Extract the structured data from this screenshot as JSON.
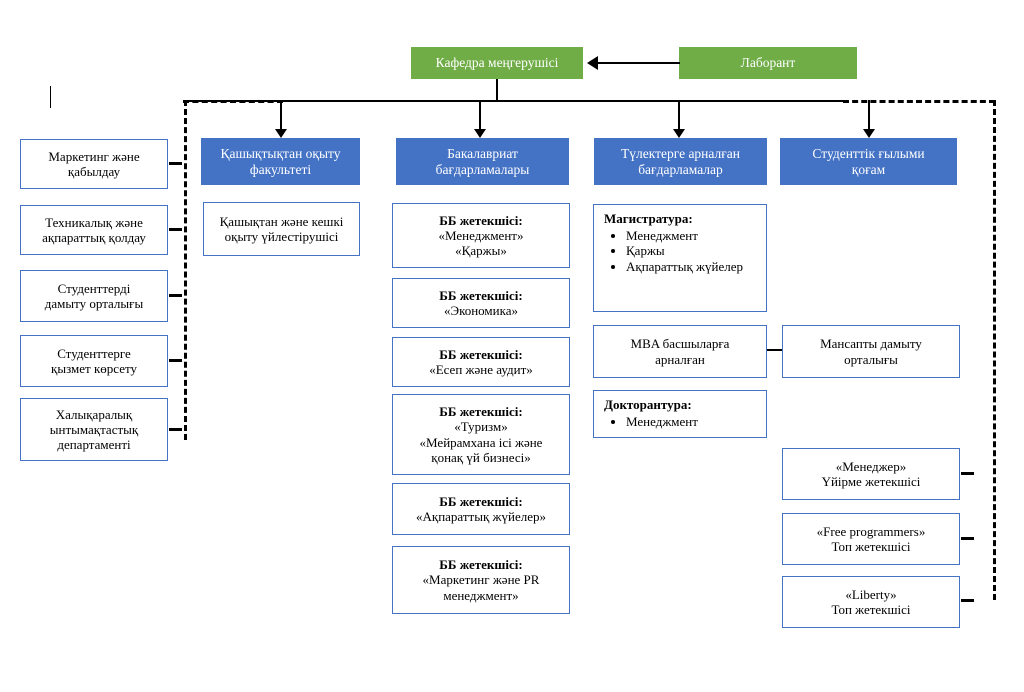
{
  "diagram": {
    "title_boxes": {
      "head": "Кафедра меңгерушісі",
      "lab": "Лаборант"
    },
    "columns": [
      {
        "header": "Қашықтықтан оқыту факультеті"
      },
      {
        "header": "Бакалавриат бағдарламалары"
      },
      {
        "header": "Түлектерге арналған бағдарламалар"
      },
      {
        "header": "Студенттік ғылыми қоғам"
      }
    ],
    "left_units": [
      {
        "line1": "Маркетинг және",
        "line2": "қабылдау"
      },
      {
        "line1": "Техникалық және",
        "line2": "ақпараттық қолдау"
      },
      {
        "line1": "Студенттерді",
        "line2": "дамыту орталығы"
      },
      {
        "line1": "Студенттерге",
        "line2": "қызмет көрсету"
      },
      {
        "line1": "Халықаралық",
        "line2": "ынтымақтастық",
        "line3": "департаменті"
      }
    ],
    "distance_unit": {
      "line1": "Қашықтан және кешкі",
      "line2": "оқыту үйлестірушісі"
    },
    "bachelor_programs": [
      {
        "head": "ББ жетекшісі:",
        "lines": [
          "«Менеджмент»",
          "«Қаржы»"
        ]
      },
      {
        "head": "ББ жетекшісі:",
        "lines": [
          "«Экономика»"
        ]
      },
      {
        "head": "ББ жетекшісі:",
        "lines": [
          "«Есеп және аудит»"
        ]
      },
      {
        "head": "ББ жетекшісі:",
        "lines": [
          "«Туризм»",
          "«Мейрамхана ісі және",
          "қонақ үй бизнесі»"
        ]
      },
      {
        "head": "ББ жетекшісі:",
        "lines": [
          "«Ақпараттық жүйелер»"
        ]
      },
      {
        "head": "ББ жетекшісі:",
        "lines": [
          "«Маркетинг және PR",
          "менеджмент»"
        ]
      }
    ],
    "graduate_programs": {
      "masters": {
        "head": "Магистратура:",
        "items": [
          "Менеджмент",
          "Қаржы",
          "Ақпараттық жүйелер"
        ]
      },
      "mba": {
        "line1": "MBA басшыларға",
        "line2": "арналған"
      },
      "career_center": {
        "line1": "Мансапты дамыту",
        "line2": "орталығы"
      },
      "doctorate": {
        "head": "Докторантура:",
        "items": [
          "Менеджмент"
        ]
      }
    },
    "student_clubs": [
      {
        "line1": "«Менеджер»",
        "line2": "Үйірме жетекшісі"
      },
      {
        "line1": "«Free programmers»",
        "line2": "Топ жетекшісі"
      },
      {
        "line1": "«Liberty»",
        "line2": "Топ жетекшісі"
      }
    ],
    "colors": {
      "green": "#70AD47",
      "blue": "#4472C4",
      "line": "#000000",
      "box_border": "#4472C4"
    }
  }
}
